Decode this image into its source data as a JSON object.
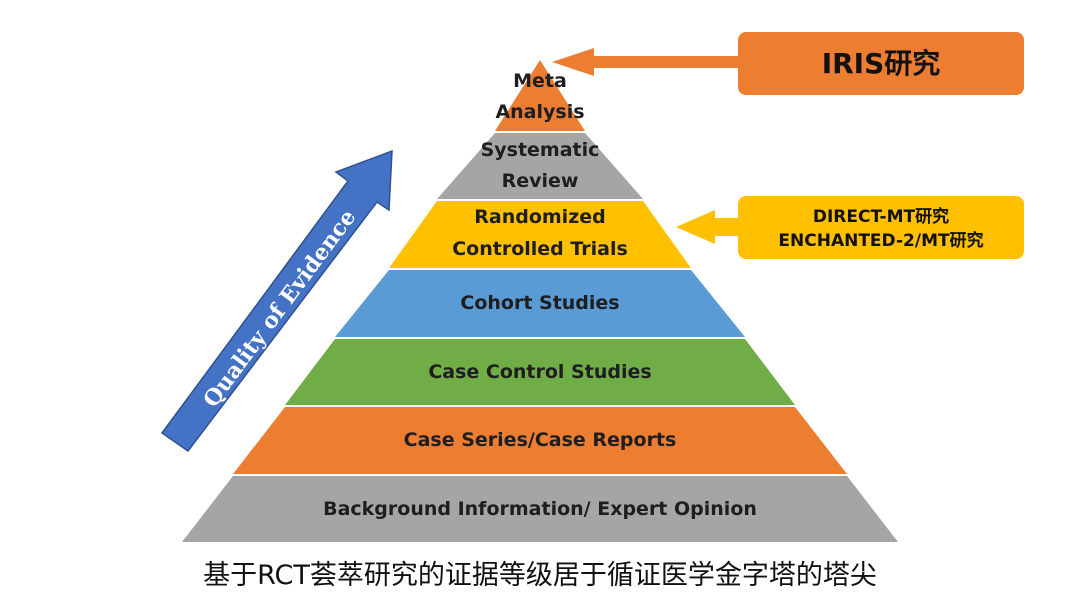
{
  "pyramid": {
    "levels": [
      {
        "lines": [
          "Meta",
          "Analysis"
        ],
        "color": "#ED7D31"
      },
      {
        "lines": [
          "Systematic",
          "Review"
        ],
        "color": "#A5A5A5"
      },
      {
        "lines": [
          "Randomized",
          "Controlled Trials"
        ],
        "color": "#FFC000"
      },
      {
        "lines": [
          "Cohort Studies"
        ],
        "color": "#5B9BD5"
      },
      {
        "lines": [
          "Case Control Studies"
        ],
        "color": "#70AD47"
      },
      {
        "lines": [
          "Case Series/Case Reports"
        ],
        "color": "#ED7D31"
      },
      {
        "lines": [
          "Background Information/ Expert Opinion"
        ],
        "color": "#A5A5A5"
      }
    ]
  },
  "quality_arrow": {
    "label": "Quality of Evidence",
    "color": "#4472C4"
  },
  "callouts": {
    "iris": {
      "label": "IRIS研究",
      "color": "#ED7D31"
    },
    "direct": {
      "lines": [
        "DIRECT-MT研究",
        "ENCHANTED-2/MT研究"
      ],
      "color": "#FFC000"
    }
  },
  "caption": "基于RCT荟萃研究的证据等级居于循证医学金字塔的塔尖"
}
